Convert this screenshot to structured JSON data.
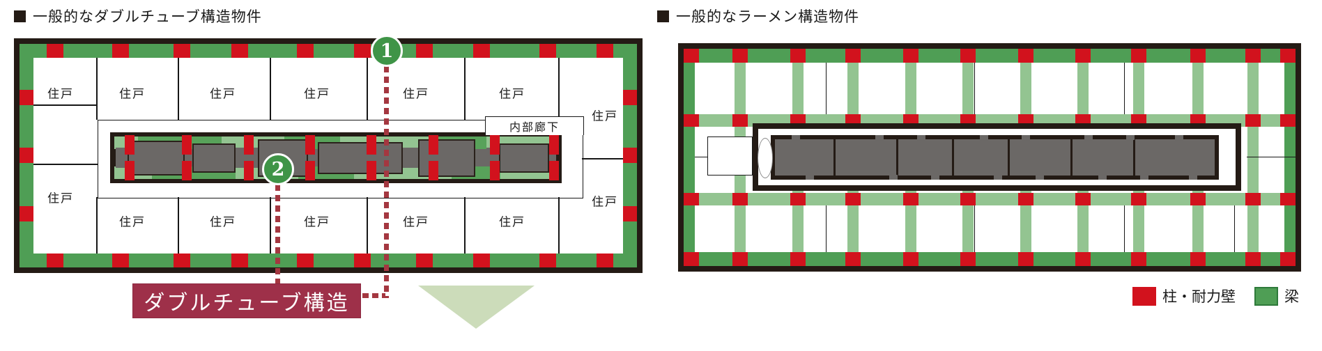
{
  "left_plan": {
    "title": "一般的なダブルチューブ構造物件",
    "unit_label": "住戸",
    "corridor_label": "内部廊下",
    "callout_label": "ダブルチューブ構造"
  },
  "right_plan": {
    "title": "一般的なラーメン構造物件"
  },
  "markers": {
    "one": "1",
    "two": "2"
  },
  "legend": {
    "items": [
      {
        "label": "柱・耐力壁",
        "color": "#d2121d"
      },
      {
        "label": "梁",
        "color": "#4f9e55"
      }
    ]
  },
  "colors": {
    "frame": "#241b15",
    "red": "#d2121d",
    "green-dark": "#4f9e55",
    "green-mid": "#58a25a",
    "green-light": "#93c491",
    "green-marker": "#3f9447",
    "gray": "#6b6866",
    "maroon": "#9e3049",
    "dash": "#a43740",
    "triangle": "#ccdcba",
    "line": "#161616",
    "text": "#1a1a1a"
  }
}
